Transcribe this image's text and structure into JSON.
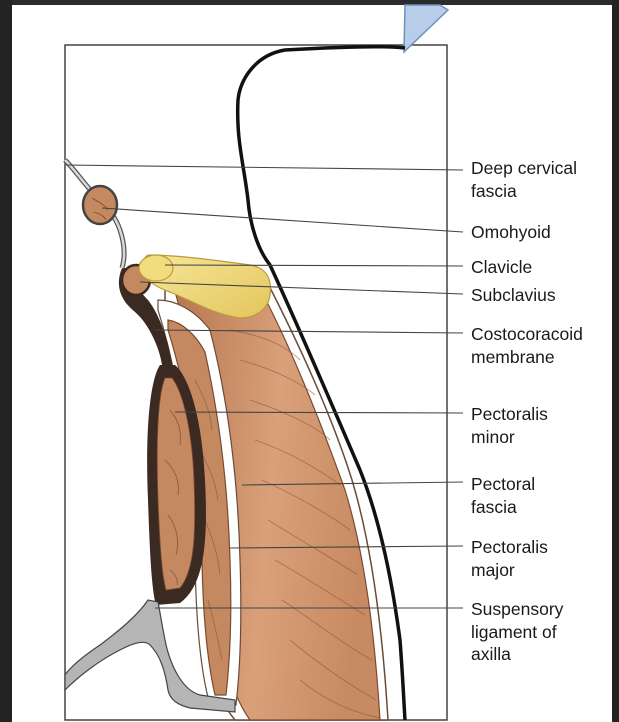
{
  "labels": {
    "deep_cervical_fascia": "Deep cervical\nfascia",
    "omohyoid": "Omohyoid",
    "clavicle": "Clavicle",
    "subclavius": "Subclavius",
    "costocoracoid_membrane": "Costocoracoid\nmembrane",
    "pectoralis_minor": "Pectoralis\nminor",
    "pectoral_fascia": "Pectoral\nfascia",
    "pectoralis_major": "Pectoralis\nmajor",
    "suspensory_ligament": "Suspensory\nligament of\naxilla"
  },
  "colors": {
    "muscle": "#c98f68",
    "muscle_dark": "#8a5533",
    "clavicle": "#f0d878",
    "fascia_dark": "#3a2a22",
    "arrow": "#a9c4e8",
    "background_dark": "#2b2b2b"
  }
}
